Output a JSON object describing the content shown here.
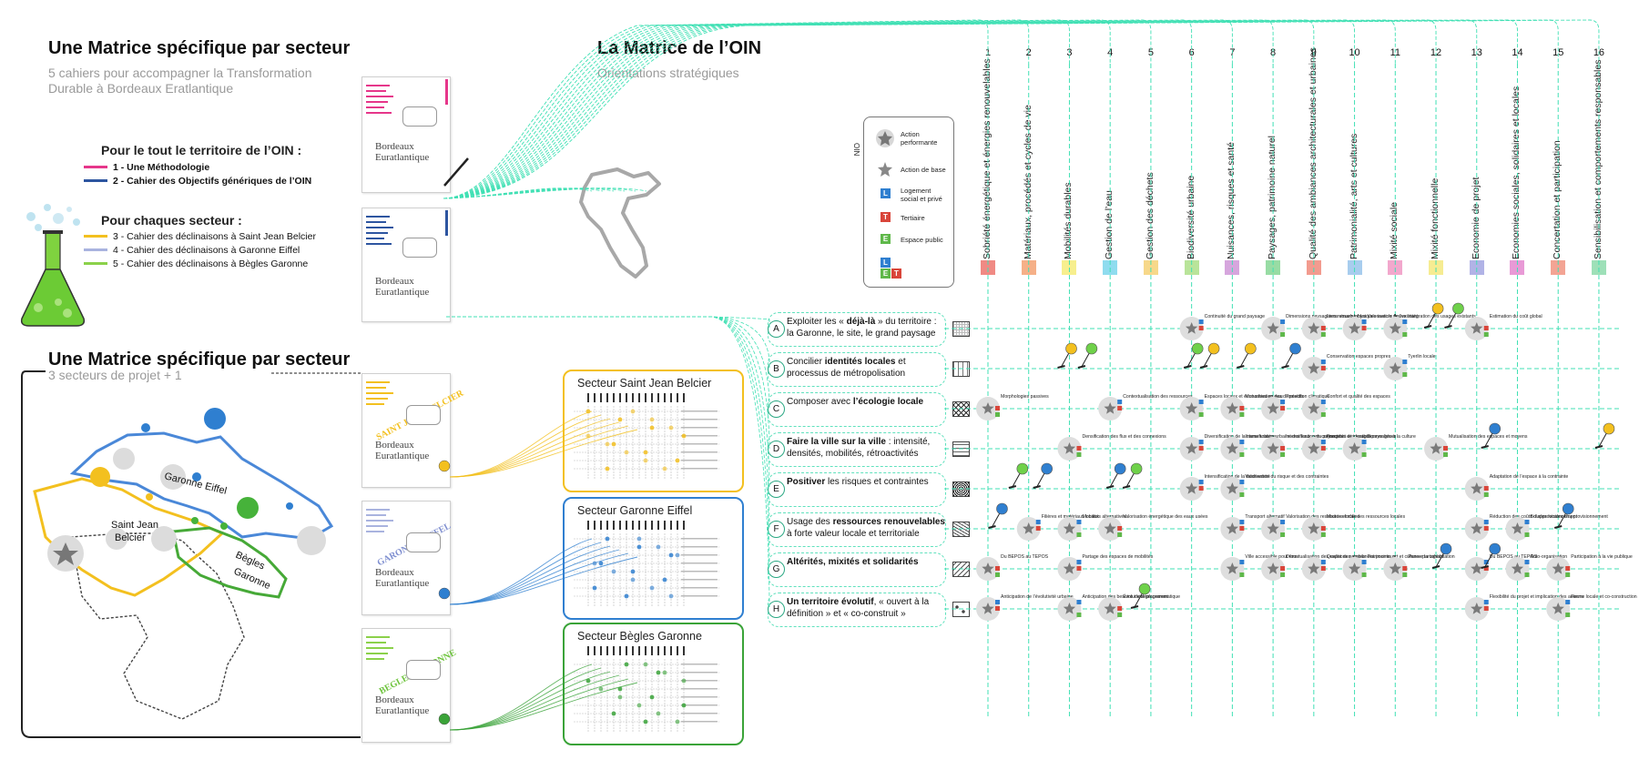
{
  "left_top": {
    "title": "Une Matrice spécifique par secteur",
    "subtitle_line1": "5 cahiers pour accompagner la Transformation",
    "subtitle_line2": "Durable à Bordeaux Eratlantique",
    "oin_heading": "Pour le tout le territoire de l’OIN :",
    "oin_items": [
      {
        "label": "1 - Une Méthodologie",
        "color": "#e6368a"
      },
      {
        "label": "2 - Cahier des Objectifs génériques de l’OIN",
        "color": "#2d55a0"
      }
    ],
    "sector_heading": "Pour chaques secteur :",
    "sector_items": [
      {
        "label": "3 - Cahier des déclinaisons à Saint Jean Belcier",
        "color": "#f3c01f"
      },
      {
        "label": "4 - Cahier des déclinaisons à Garonne Eiffel",
        "color": "#a9b3df"
      },
      {
        "label": "5 - Cahier des déclinaisons à Bègles Garonne",
        "color": "#8bd14a"
      }
    ]
  },
  "left_bottom": {
    "title": "Une Matrice spécifique par secteur",
    "subtitle": "3 secteurs de projet + 1",
    "map_labels": [
      "Garonne Eiffel",
      "Saint Jean",
      "Belcier",
      "Bègles",
      "Garonne"
    ]
  },
  "docs": {
    "brand_line1": "Bordeaux",
    "brand_line2": "Euratlantique",
    "stamps": [
      "SAINT JEAN BELCIER",
      "GARONNE EIFFEL",
      "BEGLES GARONNE"
    ]
  },
  "sectors": [
    {
      "title": "Secteur Saint Jean Belcier",
      "color": "#f3c01f"
    },
    {
      "title": "Secteur Garonne Eiffel",
      "color": "#2f7fd0"
    },
    {
      "title": "Secteur Bègles Garonne",
      "color": "#3aa338"
    }
  ],
  "oin": {
    "title": "La Matrice de l’OIN",
    "subtitle": "Orientations stratégiques"
  },
  "legend": {
    "side_label": "OIN",
    "items": [
      {
        "label": "Action performante",
        "icon": "star-action-icon"
      },
      {
        "label": "Action de base",
        "icon": "star-base-icon"
      },
      {
        "label": "Logement social et privé",
        "code": "L",
        "color": "#2f7fd0"
      },
      {
        "label": "Tertiaire",
        "code": "T",
        "color": "#d9453a"
      },
      {
        "label": "Espace public",
        "code": "E",
        "color": "#5fb84a"
      }
    ],
    "combo": [
      "L",
      "E",
      "T"
    ]
  },
  "orientations": [
    {
      "letter": "A",
      "pre": "Exploiter les « ",
      "bold": "déjà-là",
      "post": " » du territoire : la Garonne, le site, le grand paysage"
    },
    {
      "letter": "B",
      "pre": "Concilier ",
      "bold": "identités locales",
      "post": " et processus de métropolisation"
    },
    {
      "letter": "C",
      "pre": "Composer avec ",
      "bold": "l’écologie locale",
      "post": ""
    },
    {
      "letter": "D",
      "pre": "",
      "bold": "Faire la ville sur la ville",
      "post": " : intensité, densités, mobilités, rétroactivités"
    },
    {
      "letter": "E",
      "pre": "",
      "bold": "Positiver",
      "post": " les risques et contraintes"
    },
    {
      "letter": "F",
      "pre": "Usage des ",
      "bold": "ressources renouvelables",
      "post": " à forte valeur locale et territoriale"
    },
    {
      "letter": "G",
      "pre": "",
      "bold": "Altérités, mixités et solidarités",
      "post": ""
    },
    {
      "letter": "H",
      "pre": "",
      "bold": "Un territoire évolutif",
      "post": ", « ouvert à la définition » et « co-construit »"
    }
  ],
  "objectives": [
    {
      "num": "1",
      "label": "Sobriété énergétique et énergies renouvelables",
      "color": "#f08a84"
    },
    {
      "num": "2",
      "label": "Matériaux, procédés et cycles de vie",
      "color": "#f5b088"
    },
    {
      "num": "3",
      "label": "Mobilités durables",
      "color": "#f7ef8e"
    },
    {
      "num": "4",
      "label": "Gestion de l’eau",
      "color": "#8fdcef"
    },
    {
      "num": "5",
      "label": "Gestion des déchets",
      "color": "#f7d88a"
    },
    {
      "num": "6",
      "label": "Biodiversité urbaine",
      "color": "#b9e49a"
    },
    {
      "num": "7",
      "label": "Nuisances, risques et santé",
      "color": "#d6a6dd"
    },
    {
      "num": "8",
      "label": "Paysages, patrimoine naturel",
      "color": "#98dca4"
    },
    {
      "num": "9",
      "label": "Qualité des ambiances architecturales et urbaines",
      "color": "#f29b8f"
    },
    {
      "num": "10",
      "label": "Patrimonialité, arts et cultures",
      "color": "#a8cdee"
    },
    {
      "num": "11",
      "label": "Mixité sociale",
      "color": "#f2a8cd"
    },
    {
      "num": "12",
      "label": "Mixité fonctionnelle",
      "color": "#f6ec92"
    },
    {
      "num": "13",
      "label": "Economie de projet",
      "color": "#b1b3e6"
    },
    {
      "num": "14",
      "label": "Economies sociales, solidaires et locales",
      "color": "#e89ad6"
    },
    {
      "num": "15",
      "label": "Concertation et participation",
      "color": "#f3a494"
    },
    {
      "num": "16",
      "label": "Sensibilisation et comportements responsables",
      "color": "#9ee0b8"
    }
  ],
  "actions": [
    {
      "row": 0,
      "col": 5,
      "text": "Continuité du grand paysage"
    },
    {
      "row": 0,
      "col": 7,
      "text": "Dimensions paysagères remarquables"
    },
    {
      "row": 0,
      "col": 8,
      "text": "Liens visuels/physiques avec le fleuve"
    },
    {
      "row": 0,
      "col": 9,
      "text": "Valorisation de l’existant"
    },
    {
      "row": 0,
      "col": 10,
      "text": "Intégration des usages existants"
    },
    {
      "row": 0,
      "col": 12,
      "text": "Estimation du coût global"
    },
    {
      "row": 1,
      "col": 8,
      "text": "Conservation espaces propres"
    },
    {
      "row": 1,
      "col": 10,
      "text": "Tyerlin locale"
    },
    {
      "row": 2,
      "col": 0,
      "text": "Morphologies passives"
    },
    {
      "row": 2,
      "col": 3,
      "text": "Contextualisation des ressources"
    },
    {
      "row": 2,
      "col": 5,
      "text": "Espaces locaux et économies en eau"
    },
    {
      "row": 2,
      "col": 6,
      "text": "Mutualisation des dispositifs"
    },
    {
      "row": 2,
      "col": 7,
      "text": "Protection climatique"
    },
    {
      "row": 2,
      "col": 8,
      "text": "Confort et qualité des espaces"
    },
    {
      "row": 3,
      "col": 2,
      "text": "Densification des flux et des connexions"
    },
    {
      "row": 3,
      "col": 5,
      "text": "Diversification de la trame urbaine"
    },
    {
      "row": 3,
      "col": 6,
      "text": "Intensification urbaine des lieux non connectés"
    },
    {
      "row": 3,
      "col": 7,
      "text": "Intensification du paysage et des usages"
    },
    {
      "row": 3,
      "col": 8,
      "text": "Porosités et identités paysagères"
    },
    {
      "row": 3,
      "col": 9,
      "text": "Donner lieu à la culture"
    },
    {
      "row": 3,
      "col": 11,
      "text": "Mutualisation des espaces et moyens"
    },
    {
      "row": 4,
      "col": 5,
      "text": "Intensification de la biodiversité"
    },
    {
      "row": 4,
      "col": 6,
      "text": "Valorisation du risque et des contraintes"
    },
    {
      "row": 4,
      "col": 12,
      "text": "Adaptation de l’espace à la contrainte"
    },
    {
      "row": 5,
      "col": 1,
      "text": "Filières et matériaux locaux"
    },
    {
      "row": 5,
      "col": 2,
      "text": "Mobilités alternatives"
    },
    {
      "row": 5,
      "col": 3,
      "text": "Valorisation énergétique des eaux usées"
    },
    {
      "row": 5,
      "col": 6,
      "text": "Transport alternatif"
    },
    {
      "row": 5,
      "col": 7,
      "text": "Valorisation des ressources locales"
    },
    {
      "row": 5,
      "col": 8,
      "text": "Mixités et rôle des ressources locales"
    },
    {
      "row": 5,
      "col": 12,
      "text": "Réduction des coûts d’approvisionnement"
    },
    {
      "row": 5,
      "col": 13,
      "text": "Boucles locales d’approvisionnement"
    },
    {
      "row": 6,
      "col": 0,
      "text": "Du BEPOS au TEPOS"
    },
    {
      "row": 6,
      "col": 2,
      "text": "Partage des espaces de mobilités"
    },
    {
      "row": 6,
      "col": 6,
      "text": "Ville accessible pour tous"
    },
    {
      "row": 6,
      "col": 7,
      "text": "Démutualisation des espaces naturels"
    },
    {
      "row": 6,
      "col": 8,
      "text": "Qualité des ambiances pour tous"
    },
    {
      "row": 6,
      "col": 9,
      "text": "Patrimoine, art et cultures partagées"
    },
    {
      "row": 6,
      "col": 10,
      "text": "Penser la cohabitation"
    },
    {
      "row": 6,
      "col": 12,
      "text": "Du BEPOS au TEPOS"
    },
    {
      "row": 6,
      "col": 13,
      "text": "Auto-organisation"
    },
    {
      "row": 6,
      "col": 14,
      "text": "Participation à la vie publique"
    },
    {
      "row": 7,
      "col": 0,
      "text": "Anticipation de l’évolutivité urbaine"
    },
    {
      "row": 7,
      "col": 2,
      "text": "Anticipation des besoins de déplacement"
    },
    {
      "row": 7,
      "col": 3,
      "text": "Évolutivité programmatique"
    },
    {
      "row": 7,
      "col": 12,
      "text": "Flexibilité du projet et implication des acteurs"
    },
    {
      "row": 7,
      "col": 14,
      "text": "Forme locale et co-construction"
    }
  ],
  "lollipops": [
    {
      "row": 1,
      "col": 1.8,
      "color": "#f3c01f"
    },
    {
      "row": 1,
      "col": 2.3,
      "color": "#6fd14a"
    },
    {
      "row": 1,
      "col": 4.9,
      "color": "#6fd14a"
    },
    {
      "row": 1,
      "col": 5.3,
      "color": "#f3c01f"
    },
    {
      "row": 1,
      "col": 6.2,
      "color": "#f3c01f"
    },
    {
      "row": 1,
      "col": 7.3,
      "color": "#2f7fd0"
    },
    {
      "row": 0,
      "col": 10.8,
      "color": "#f3c01f"
    },
    {
      "row": 0,
      "col": 11.3,
      "color": "#6fd14a"
    },
    {
      "row": 3,
      "col": 12.2,
      "color": "#2f7fd0"
    },
    {
      "row": 3,
      "col": 15.0,
      "color": "#f3c01f"
    },
    {
      "row": 4,
      "col": 0.6,
      "color": "#6fd14a"
    },
    {
      "row": 4,
      "col": 1.2,
      "color": "#2f7fd0"
    },
    {
      "row": 4,
      "col": 3.0,
      "color": "#2f7fd0"
    },
    {
      "row": 4,
      "col": 3.4,
      "color": "#6fd14a"
    },
    {
      "row": 5,
      "col": 0.1,
      "color": "#2f7fd0"
    },
    {
      "row": 5,
      "col": 14.0,
      "color": "#2f7fd0"
    },
    {
      "row": 6,
      "col": 11.0,
      "color": "#2f7fd0"
    },
    {
      "row": 6,
      "col": 12.2,
      "color": "#2f7fd0"
    },
    {
      "row": 7,
      "col": 3.6,
      "color": "#6fd14a"
    }
  ]
}
